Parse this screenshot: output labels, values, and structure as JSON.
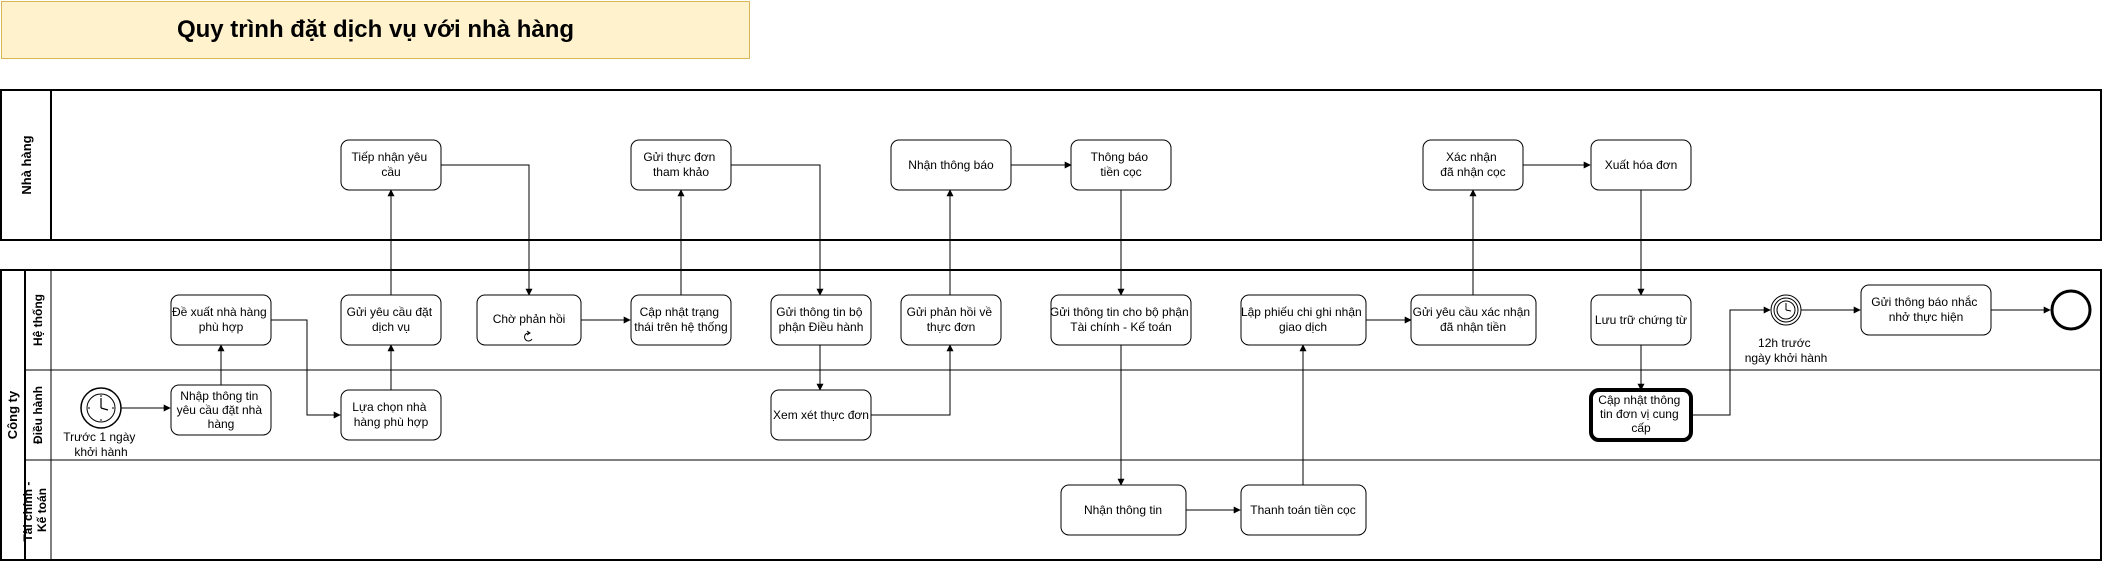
{
  "title": "Quy trình đặt dịch vụ với nhà hàng",
  "pools": {
    "restaurant": "Nhà hàng",
    "company": "Công ty"
  },
  "lanes": {
    "system": "Hệ thống",
    "operations": "Điều hành",
    "finance": [
      "Tài chính -",
      "Kế toán"
    ]
  },
  "tasks": {
    "receive_request": [
      "Tiếp nhận yêu",
      "cầu"
    ],
    "send_reference_menu": [
      "Gửi thực đơn",
      "tham khảo"
    ],
    "receive_notice": [
      "Nhận thông báo"
    ],
    "deposit_notice": [
      "Thông báo",
      "tiền cọc"
    ],
    "confirm_deposit": [
      "Xác nhận",
      "đã nhận cọc"
    ],
    "issue_invoice": [
      "Xuất hóa đơn"
    ],
    "propose_restaurant": [
      "Đề xuất nhà hàng",
      "phù hợp"
    ],
    "send_service_request": [
      "Gửi yêu cầu đặt",
      "dịch vụ"
    ],
    "wait_response": [
      "Chờ phản hồi"
    ],
    "update_status": [
      "Cập nhật trạng",
      "thái trên hệ thống"
    ],
    "send_info_operations": [
      "Gửi thông tin bộ",
      "phận Điều hành"
    ],
    "send_menu_feedback": [
      "Gửi phản hồi về",
      "thực đơn"
    ],
    "send_info_finance": [
      "Gửi thông tin cho bộ phận",
      "Tài chính - Kế toán"
    ],
    "create_expense_slip": [
      "Lập phiếu chi ghi nhận",
      "giao dịch"
    ],
    "send_confirm_request": [
      "Gửi yêu cầu xác nhận",
      "đã nhận tiền"
    ],
    "store_documents": [
      "Lưu trữ chứng từ"
    ],
    "send_reminder": [
      "Gửi thông báo nhắc",
      "nhở thực hiện"
    ],
    "enter_request_info": [
      "Nhập thông tin",
      "yêu cầu đặt nhà",
      "hàng"
    ],
    "choose_restaurant": [
      "Lựa chọn nhà",
      "hàng phù hợp"
    ],
    "review_menu": [
      "Xem xét thực đơn"
    ],
    "update_supplier_info": [
      "Cập nhật thông",
      "tin đơn vị cung",
      "cấp"
    ],
    "receive_info": [
      "Nhận thông tin"
    ],
    "pay_deposit": [
      "Thanh toán tiền cọc"
    ]
  },
  "events": {
    "start_timer": [
      "Trước 1 ngày",
      "khởi hành"
    ],
    "reminder_timer": [
      "12h trước",
      "ngày khởi hành"
    ]
  },
  "colors": {
    "title_fill": "#fff2cc",
    "title_border": "#d6b656",
    "line": "#000000"
  }
}
